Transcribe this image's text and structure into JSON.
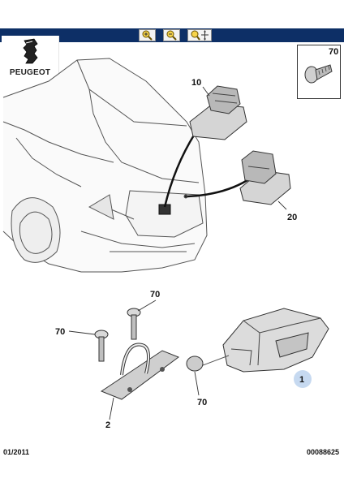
{
  "toolbar": {
    "buttons": [
      {
        "icon": "zoom-in-icon"
      },
      {
        "icon": "zoom-out-icon"
      },
      {
        "icon": "zoom-pan-icon"
      }
    ]
  },
  "logo": {
    "brand": "PEUGEOT"
  },
  "callouts": {
    "screw_thumb": "70",
    "switch_10": "10",
    "switch_20": "20",
    "bolt_top": "70",
    "bolt_left": "70",
    "bolt_bottom": "70",
    "lock": "1",
    "striker": "2"
  },
  "footer": {
    "date": "01/2011",
    "reference": "00088625"
  },
  "colors": {
    "toolbar": "#0d2f66",
    "callout_highlight": "#c6d9f0",
    "line": "#333333"
  }
}
